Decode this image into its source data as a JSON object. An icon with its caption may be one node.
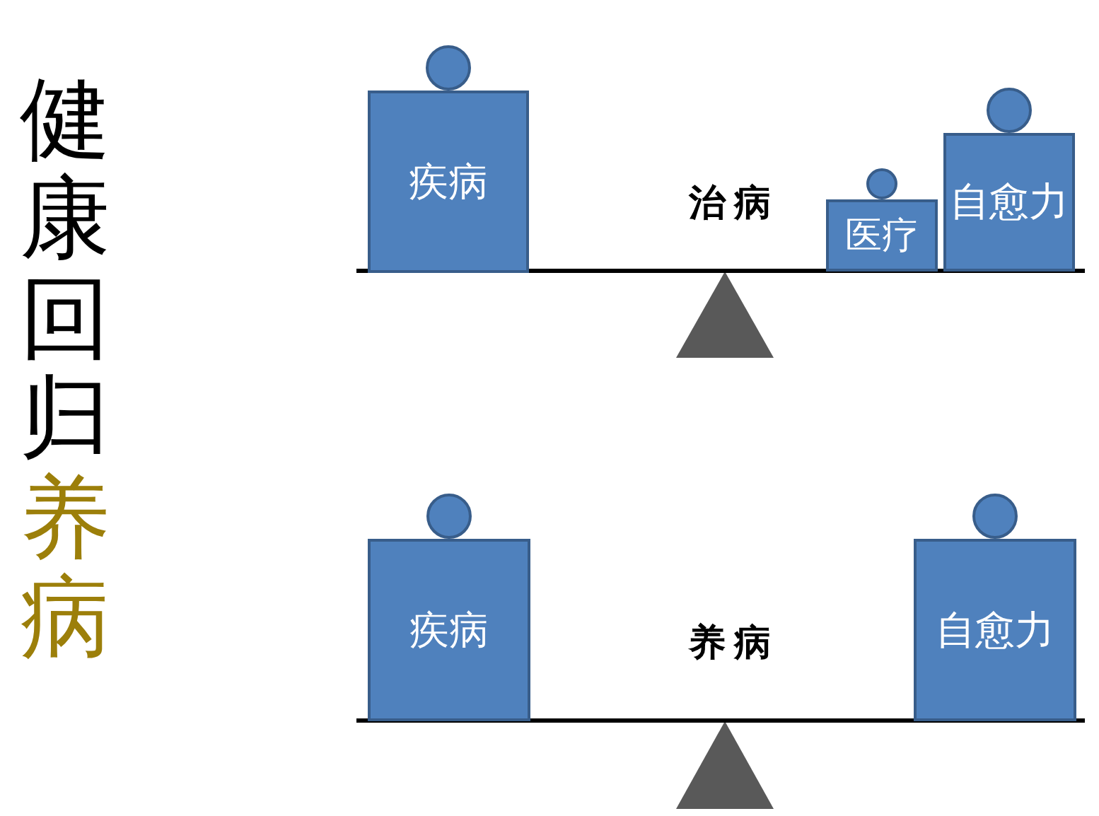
{
  "diagram": {
    "title": "健康回归",
    "nodes": [
      {
        "text": [
          "疾病"
        ]
      },
      {
        "text": [
          "医疗"
        ]
      },
      {
        "text": [
          "自愈力"
        ]
      },
      {
        "text": [
          "疾病"
        ]
      },
      {
        "text": [
          "自愈力"
        ]
      }
    ],
    "labels": [
      "养病",
      "治病",
      "养病"
    ]
  }
}
